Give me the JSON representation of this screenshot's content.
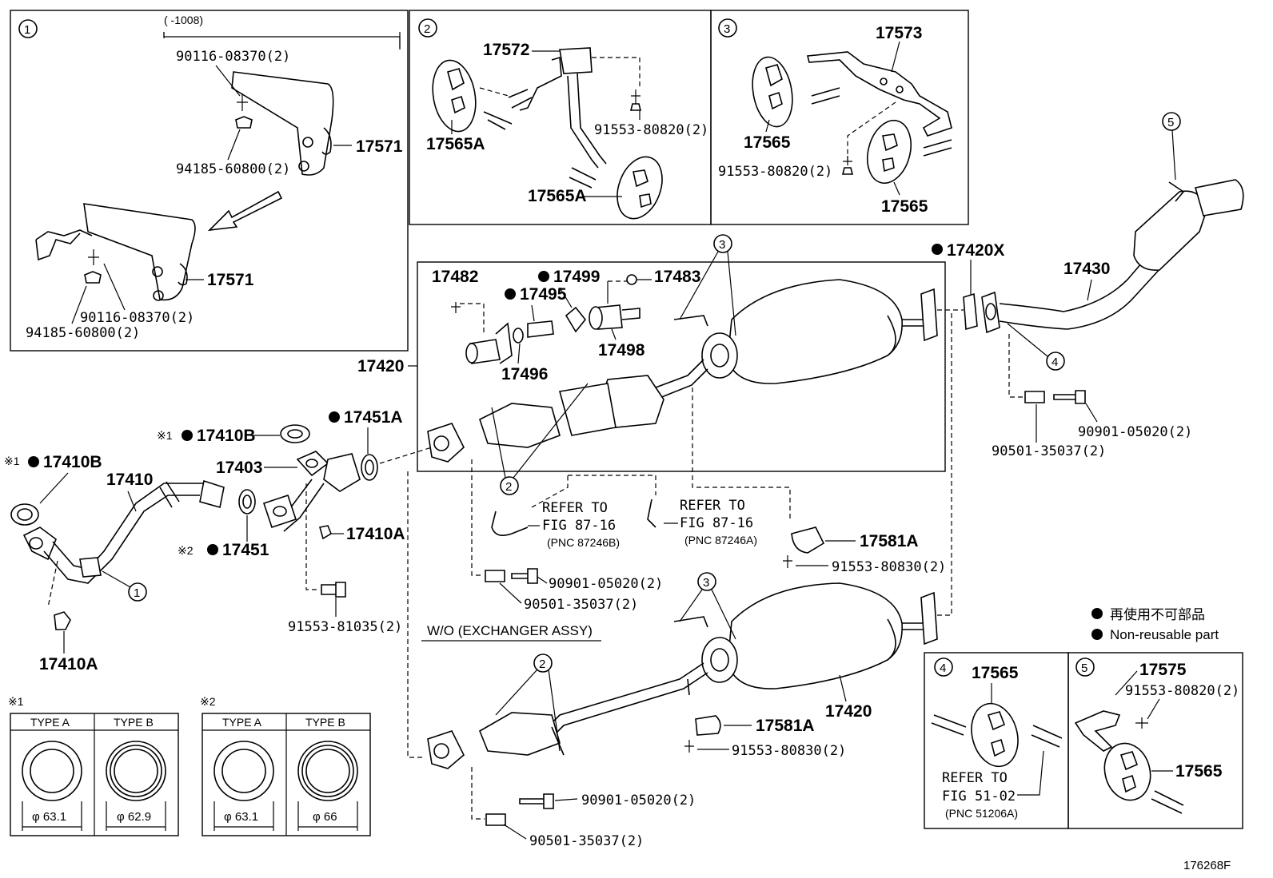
{
  "diagram_id": "176268F",
  "legend": {
    "mark_ja": "再使用不可部品",
    "mark_en": "Non-reusable part"
  },
  "callouts": [
    "1",
    "2",
    "3",
    "4",
    "5"
  ],
  "inset1": {
    "num": "1",
    "range": "(      -1008)",
    "labels": [
      "90116-08370(2)",
      "94185-60800(2)",
      "17571",
      "17571",
      "90116-08370(2)",
      "94185-60800(2)"
    ]
  },
  "inset2": {
    "num": "2",
    "labels": [
      "17572",
      "17565A",
      "91553-80820(2)",
      "17565A"
    ]
  },
  "inset3": {
    "num": "3",
    "labels": [
      "17573",
      "17565",
      "91553-80820(2)",
      "17565"
    ]
  },
  "inset4": {
    "num": "4",
    "labels": [
      "17565",
      "REFER TO",
      "FIG 51-02",
      "(PNC 51206A)"
    ]
  },
  "inset5": {
    "num": "5",
    "labels": [
      "17575",
      "91553-80820(2)",
      "17565"
    ]
  },
  "main_labels": {
    "p17420X": "17420X",
    "p17430": "17430",
    "p17482": "17482",
    "p17499": "17499",
    "p17483": "17483",
    "p17495": "17495",
    "p17498": "17498",
    "p17496": "17496",
    "p17420a": "17420",
    "p17420b": "17420",
    "p17410B_1": "17410B",
    "p17410B_2": "17410B",
    "p17451A": "17451A",
    "p17403": "17403",
    "p17410": "17410",
    "p17451": "17451",
    "p17410A_1": "17410A",
    "p17410A_2": "17410A",
    "p91553_81035": "91553-81035(2)",
    "p90901_a": "90901-05020(2)",
    "p90501_a": "90501-35037(2)",
    "p90901_b": "90901-05020(2)",
    "p90501_b": "90501-35037(2)",
    "p90901_c": "90901-05020(2)",
    "p90501_c": "90501-35037(2)",
    "p17581A_1": "17581A",
    "p17581A_2": "17581A",
    "p91553_80830_1": "91553-80830(2)",
    "p91553_80830_2": "91553-80830(2)",
    "refer1_a": "REFER TO",
    "refer1_b": "FIG 87-16",
    "refer1_c": "(PNC 87246B)",
    "refer2_a": "REFER TO",
    "refer2_b": "FIG 87-16",
    "refer2_c": "(PNC 87246A)",
    "wo": "W/O (EXCHANGER ASSY)",
    "mark1": "※1",
    "mark2": "※1",
    "mark3": "※2"
  },
  "gaskets": {
    "group1": {
      "mark": "※1",
      "typeA": "TYPE A",
      "typeB": "TYPE B",
      "dimA": "φ 63.1",
      "dimB": "φ 62.9"
    },
    "group2": {
      "mark": "※2",
      "typeA": "TYPE A",
      "typeB": "TYPE B",
      "dimA": "φ 63.1",
      "dimB": "φ 66"
    }
  }
}
